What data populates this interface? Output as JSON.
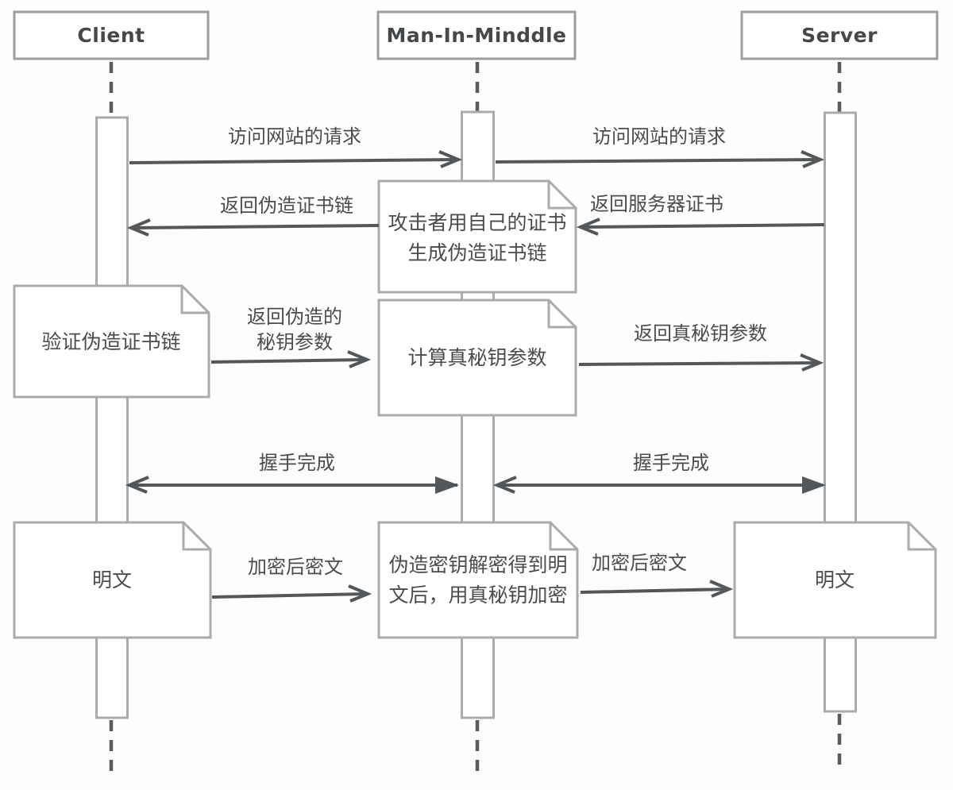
{
  "diagram_title": "TLS Man-in-the-Middle sequence diagram",
  "actors": {
    "client": "Client",
    "mitm": "Man-In-Minddle",
    "server": "Server"
  },
  "messages": {
    "m1": "访问网站的请求",
    "m2": "访问网站的请求",
    "m3": "返回伪造证书链",
    "m4": "返回服务器证书",
    "m5_line1": "返回伪造的",
    "m5_line2": "秘钥参数",
    "m6": "返回真秘钥参数",
    "m7": "握手完成",
    "m8": "握手完成",
    "m9": "加密后密文",
    "m10": "加密后密文"
  },
  "notes": {
    "attacker_cert_line1": "攻击者用自己的证书",
    "attacker_cert_line2": "生成伪造证书链",
    "verify_chain": "验证伪造证书链",
    "compute_params": "计算真秘钥参数",
    "plaintext_client": "明文",
    "decrypt_line1": "伪造密钥解密得到明",
    "decrypt_line2": "文后，用真秘钥加密",
    "plaintext_server": "明文"
  },
  "colors": {
    "background": "#fdfdfd",
    "box_border": "#ababab",
    "header_border": "#9d9d9d",
    "arrow_line": "#54575a",
    "text": "#4a4d50"
  }
}
